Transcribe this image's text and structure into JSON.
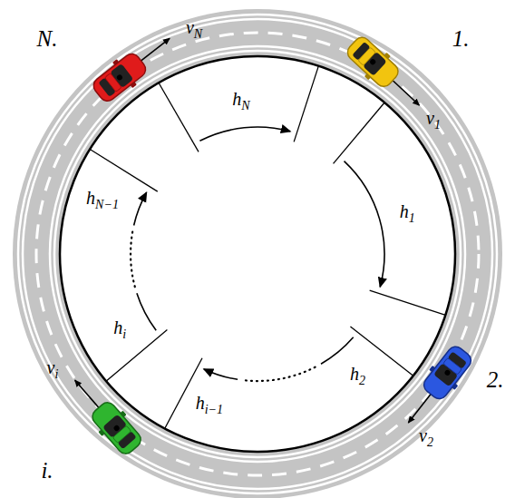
{
  "diagram": {
    "labels": [
      "N.",
      "1.",
      "2.",
      "i.",
      "vN",
      "v1",
      "v2",
      "vi",
      "hN",
      "h1",
      "h2",
      "hi−1",
      "hi",
      "hN−1"
    ]
  }
}
